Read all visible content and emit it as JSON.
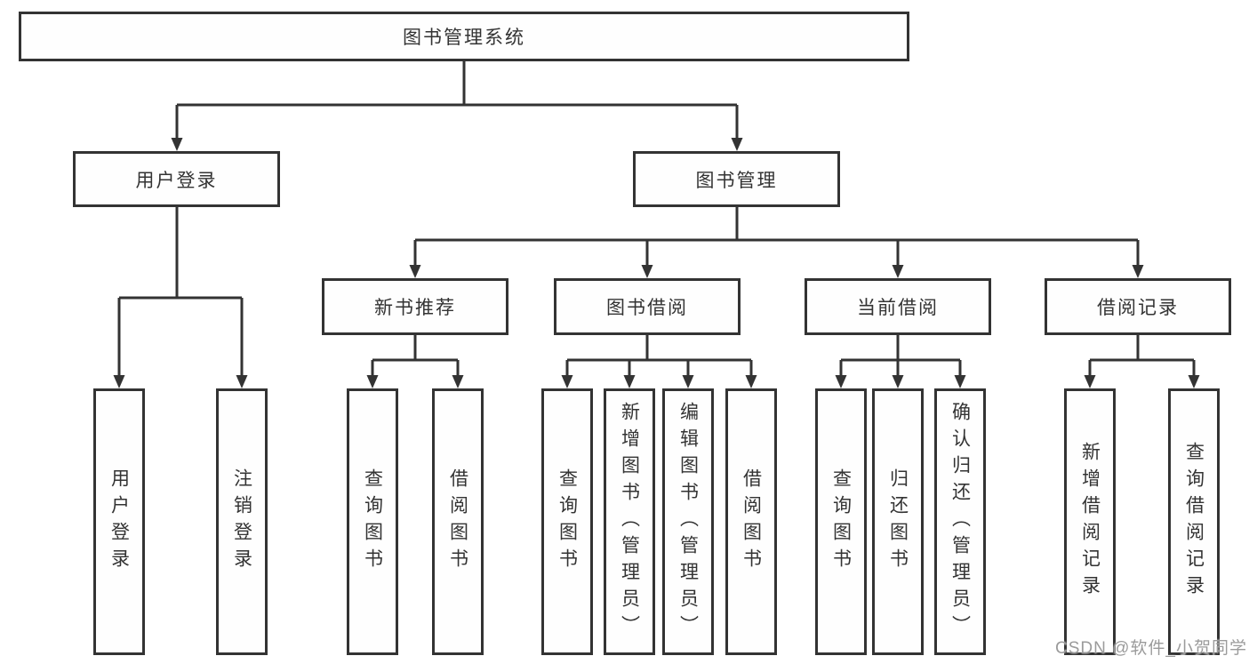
{
  "diagram": {
    "title": "图书管理系统",
    "tree": {
      "root": {
        "label": "图书管理系统"
      },
      "branches": [
        {
          "label": "用户登录",
          "leaves": [
            "用户登录",
            "注销登录"
          ]
        },
        {
          "label": "图书管理",
          "groups": [
            {
              "label": "新书推荐",
              "leaves": [
                "查询图书",
                "借阅图书"
              ]
            },
            {
              "label": "图书借阅",
              "leaves": [
                "查询图书",
                "新增图书（管理员）",
                "编辑图书（管理员）",
                "借阅图书"
              ]
            },
            {
              "label": "当前借阅",
              "leaves": [
                "查询图书",
                "归还图书",
                "确认归还（管理员）"
              ]
            },
            {
              "label": "借阅记录",
              "leaves": [
                "新增借阅记录",
                "查询借阅记录"
              ]
            }
          ]
        }
      ]
    },
    "colors": {
      "line": "#333333",
      "box_border": "#333333",
      "box_fill": "#fefefe",
      "text": "#333333",
      "watermark": "#9b9b9b"
    }
  },
  "watermark": {
    "text": "CSDN @软件_小贺同学"
  }
}
